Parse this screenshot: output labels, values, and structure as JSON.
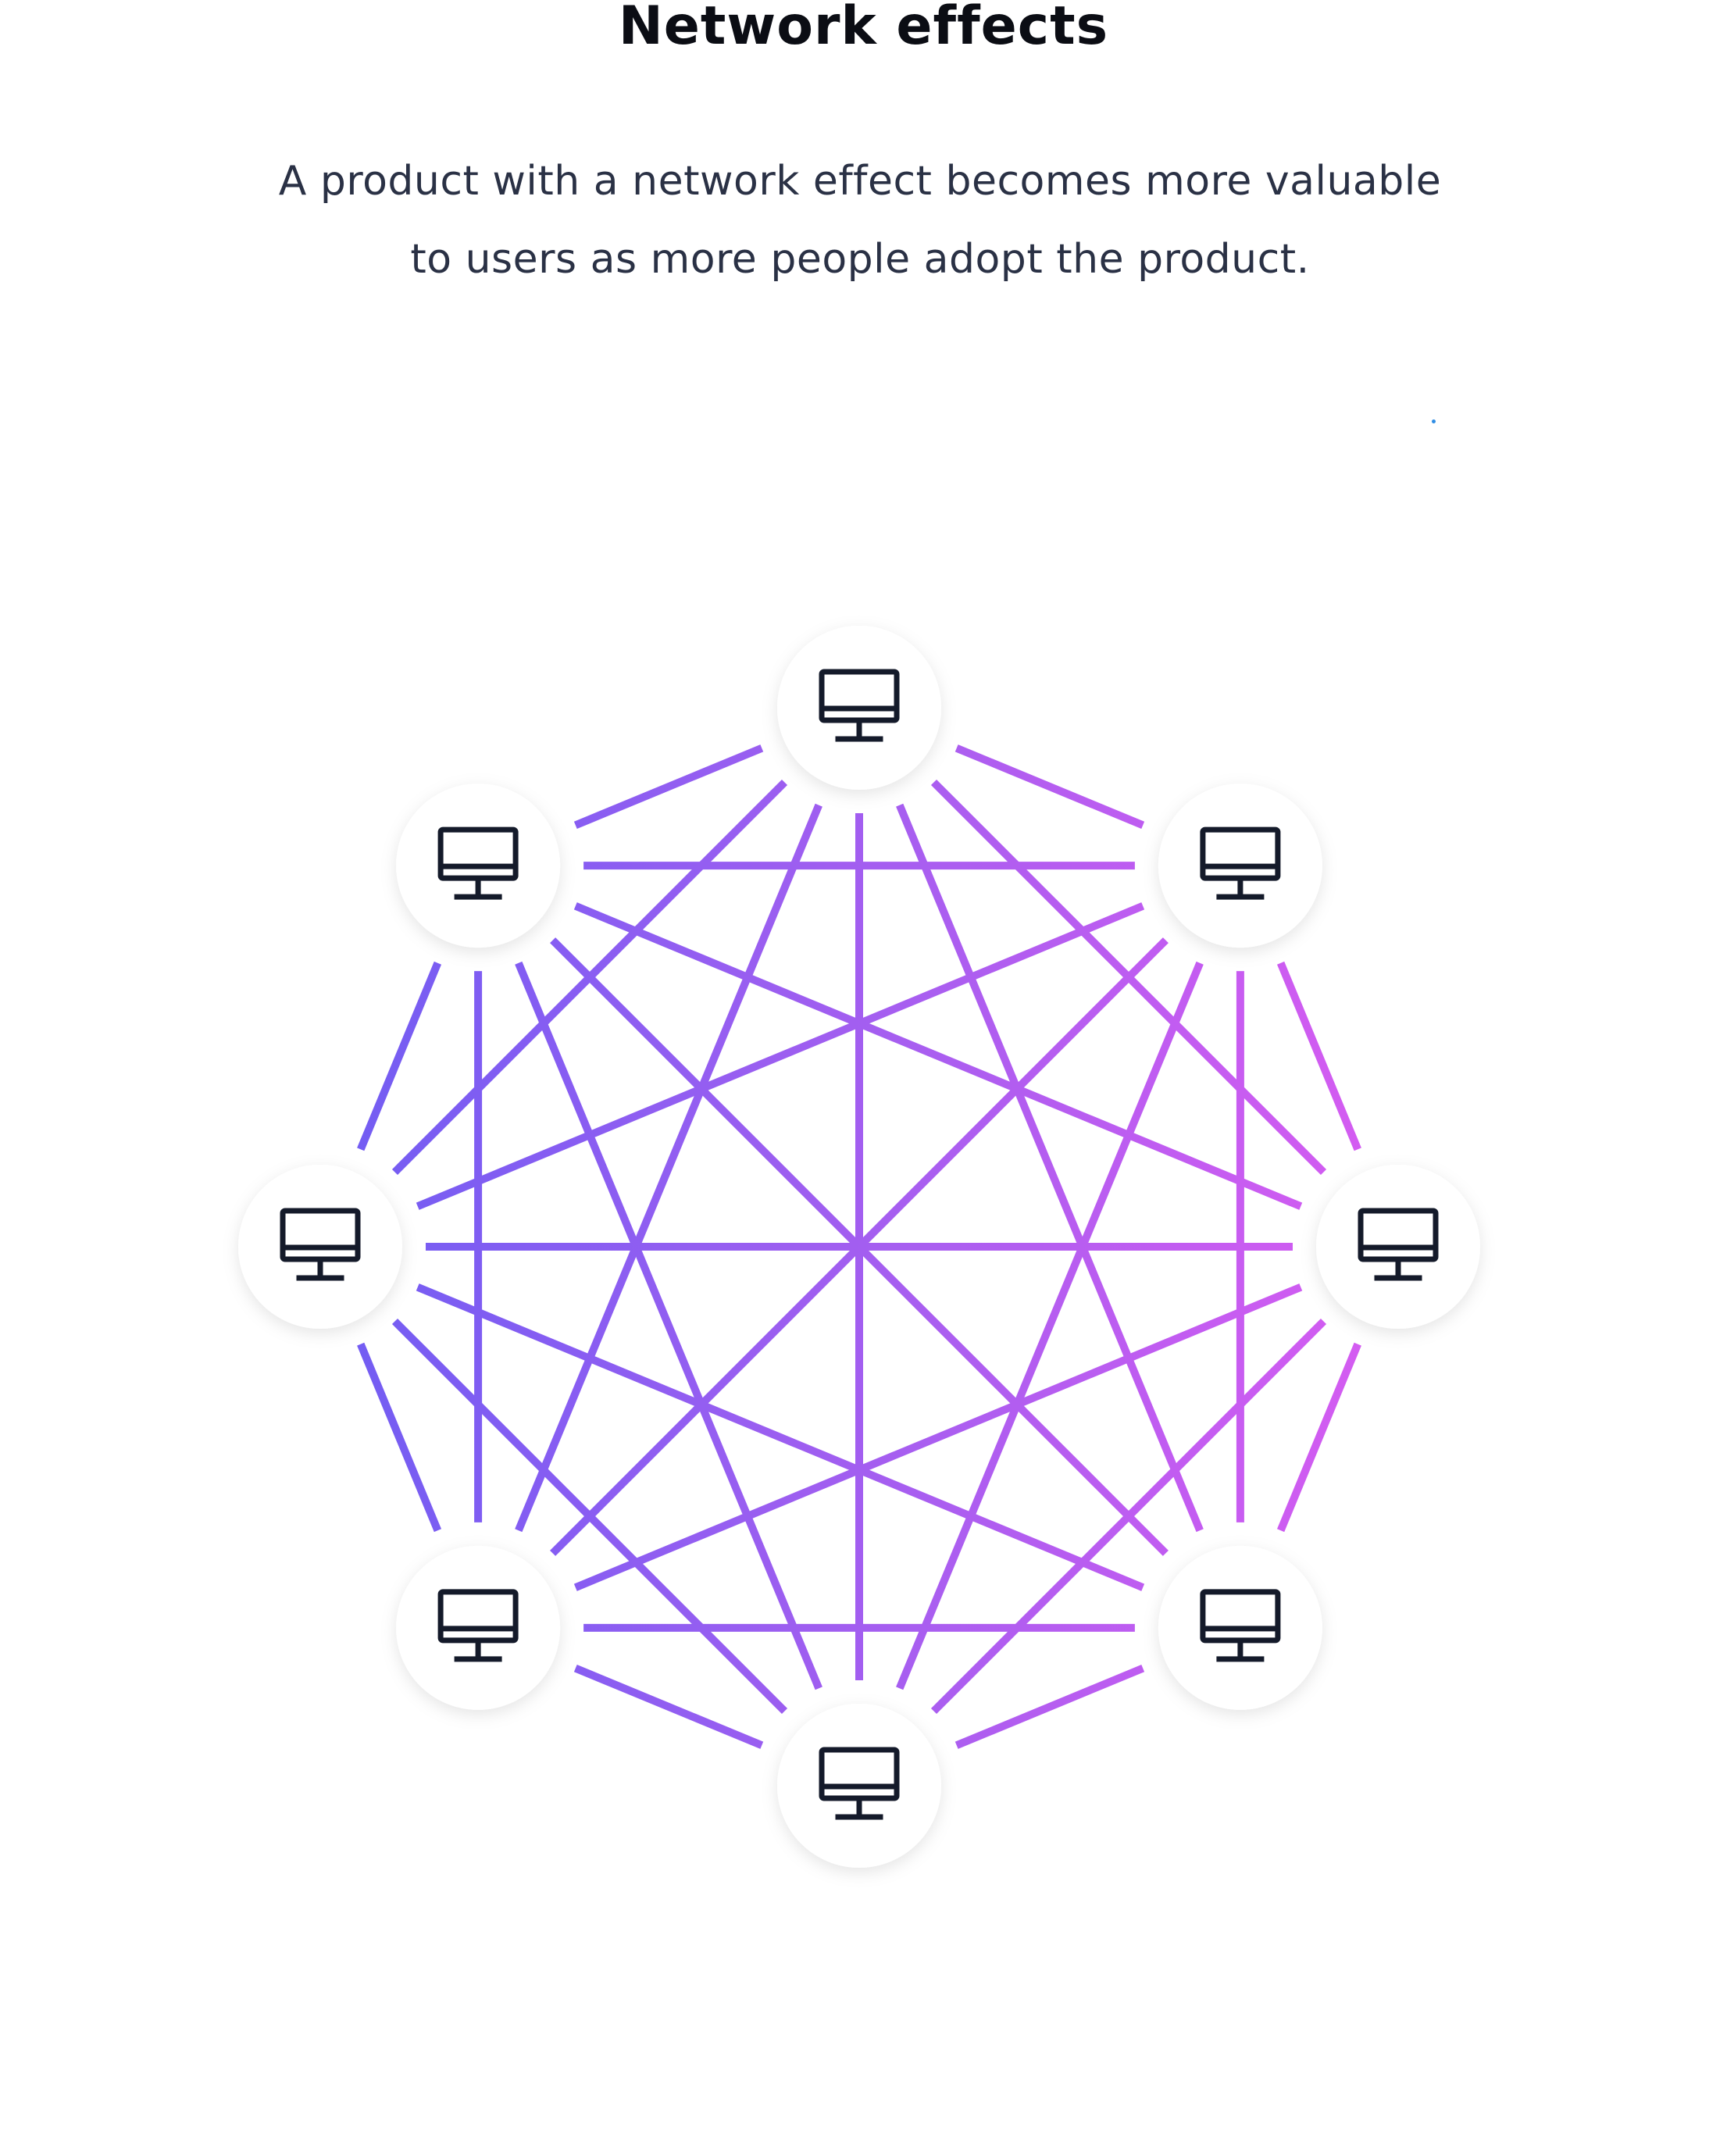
{
  "header": {
    "title": "Network effects",
    "subtitle_line1": "A product with a network effect becomes more valuable",
    "subtitle_line2": "to users as more people adopt the product."
  },
  "diagram": {
    "node_count": 8,
    "node_icon": "desktop-monitor-icon",
    "colors": {
      "gradient_start": "#5b5cf4",
      "gradient_mid": "#a35ef0",
      "gradient_end": "#ee5af2",
      "icon_stroke": "#141a2a",
      "node_fill": "#ffffff",
      "accent_dot": "#2f8de4"
    }
  }
}
